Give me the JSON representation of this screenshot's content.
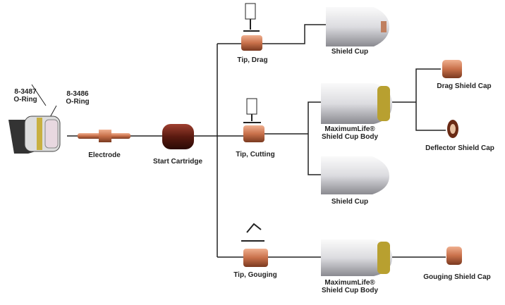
{
  "labels": {
    "oring1": [
      "8-3487",
      "O-Ring"
    ],
    "oring2": [
      "8-3486",
      "O-Ring"
    ],
    "electrode": "Electrode",
    "start_cartridge": "Start Cartridge",
    "tip_drag": "Tip, Drag",
    "shield_cup_top": "Shield Cup",
    "tip_cutting": "Tip, Cutting",
    "body_cutting": [
      "MaximumLife®",
      "Shield Cup Body"
    ],
    "drag_shield_cap": "Drag Shield Cap",
    "deflector_shield_cap": "Deflector Shield Cap",
    "shield_cup_mid": "Shield Cup",
    "tip_gouging": "Tip, Gouging",
    "body_gouging": [
      "MaximumLife®",
      "Shield Cup Body"
    ],
    "gouging_shield_cap": "Gouging Shield Cap"
  },
  "colors": {
    "copper": "#c8704a",
    "cup": "#e8e8ea",
    "cartridge": "#5a1a10",
    "brass": "#b8a030"
  }
}
